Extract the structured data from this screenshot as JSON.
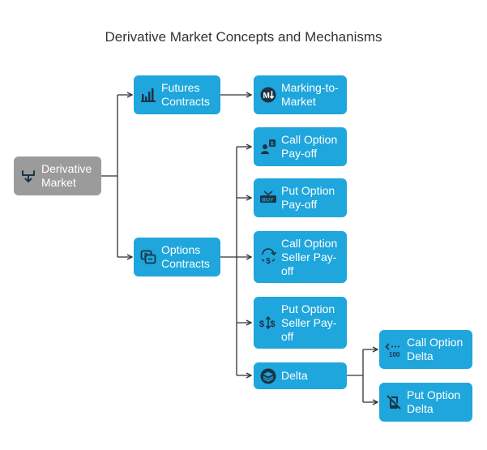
{
  "title": "Derivative Market Concepts and Mechanisms",
  "colors": {
    "node": "#1fa6dc",
    "root": "#9b9b9b",
    "icon": "#1a3445",
    "connector": "#333333"
  },
  "nodes": {
    "root": {
      "label": "Derivative Market",
      "icon": "branch-down-icon"
    },
    "futures": {
      "label": "Futures Contracts",
      "icon": "bar-chart-icon"
    },
    "marking": {
      "label": "Marking-to-Market",
      "icon": "m-down-arrow-icon"
    },
    "options": {
      "label": "Options Contracts",
      "icon": "option-card-icon"
    },
    "call_payoff": {
      "label": "Call Option Pay-off",
      "icon": "person-dollar-icon"
    },
    "put_payoff": {
      "label": "Put Option Pay-off",
      "icon": "buy-sign-icon"
    },
    "call_seller": {
      "label": "Call Option Seller Pay-off",
      "icon": "dollar-cycle-icon"
    },
    "put_seller": {
      "label": "Put Option Seller Pay-off",
      "icon": "dollar-arrows-icon"
    },
    "delta": {
      "label": "Delta",
      "icon": "layers-icon"
    },
    "call_delta": {
      "label": "Call Option Delta",
      "icon": "hundred-arrow-icon"
    },
    "put_delta": {
      "label": "Put Option Delta",
      "icon": "no-phone-icon"
    }
  }
}
